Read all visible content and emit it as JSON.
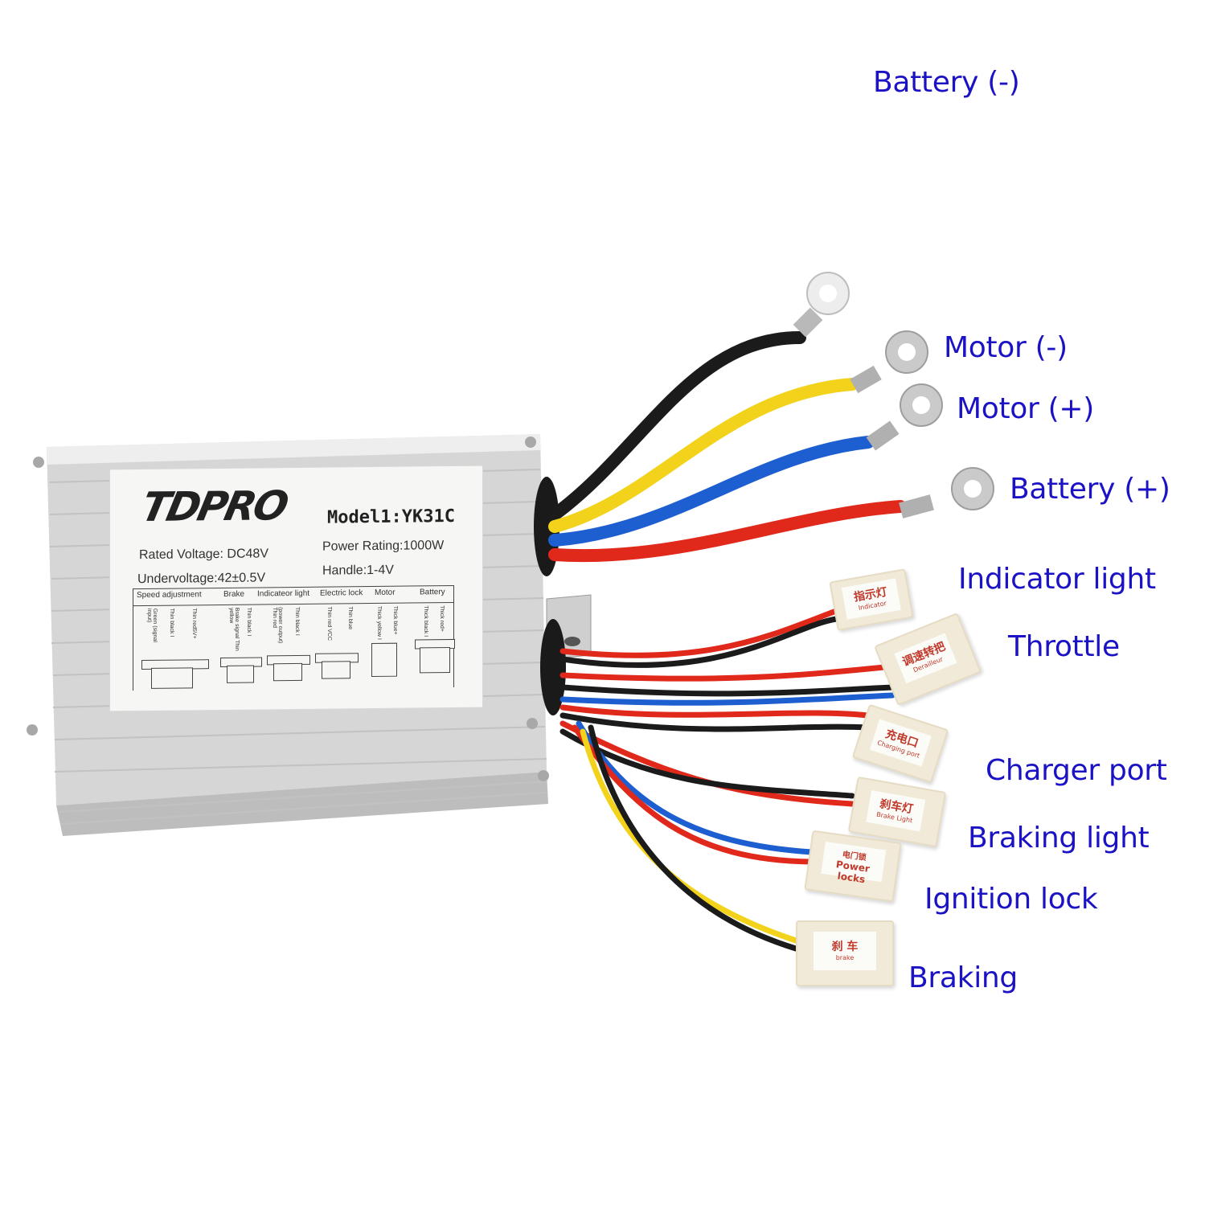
{
  "product": {
    "brand": "TDPRO",
    "model": "Model1:YK31C",
    "specs": {
      "rated_voltage": "Rated Voltage: DC48V",
      "undervoltage": "Undervoltage:42±0.5V",
      "power_rating": "Power Rating:1000W",
      "handle": "Handle:1-4V"
    },
    "pin_table": {
      "groups": [
        {
          "label": "Speed adjustment",
          "wires": [
            "Green (signal input)",
            "Thin black I",
            "Thin red5V+"
          ]
        },
        {
          "label": "Brake",
          "wires": [
            "Brake signal Thin yellow",
            "Thin black I"
          ]
        },
        {
          "label": "Indicateor light",
          "wires": [
            "(power output) Thin red",
            "Thin black I"
          ]
        },
        {
          "label": "Electric lock",
          "wires": [
            "Thin red VCC",
            "Thin blue"
          ]
        },
        {
          "label": "Motor",
          "wires": [
            "Thick yellow I",
            "Thick blue+"
          ]
        },
        {
          "label": "Battery",
          "wires": [
            "Thick black I",
            "Thick red+"
          ]
        }
      ]
    }
  },
  "callouts": [
    {
      "id": "battery-neg",
      "label": "Battery (-)"
    },
    {
      "id": "motor-neg",
      "label": "Motor (-)"
    },
    {
      "id": "motor-pos",
      "label": "Motor (+)"
    },
    {
      "id": "battery-pos",
      "label": "Battery (+)"
    },
    {
      "id": "indicator-light",
      "label": "Indicator light"
    },
    {
      "id": "throttle",
      "label": "Throttle"
    },
    {
      "id": "charger-port",
      "label": "Charger port"
    },
    {
      "id": "braking-light",
      "label": "Braking light"
    },
    {
      "id": "ignition-lock",
      "label": "Ignition lock"
    },
    {
      "id": "braking",
      "label": "Braking"
    }
  ],
  "connectors": [
    {
      "zh": "指示灯",
      "en": "Indicator"
    },
    {
      "zh": "调速转把",
      "en": "Derailleur"
    },
    {
      "zh": "充电口",
      "en": "Charging port"
    },
    {
      "zh": "刹车灯",
      "en": "Brake Light"
    },
    {
      "zh": "电门锁",
      "en": "Power locks"
    },
    {
      "zh": "刹 车",
      "en": "brake"
    }
  ],
  "colors": {
    "callout_text": "#1a12c4",
    "connector_text": "#c0392b",
    "wire_black": "#1b1b1b",
    "wire_yellow": "#f2d21b",
    "wire_blue": "#1d5fd0",
    "wire_red": "#e0291b"
  }
}
